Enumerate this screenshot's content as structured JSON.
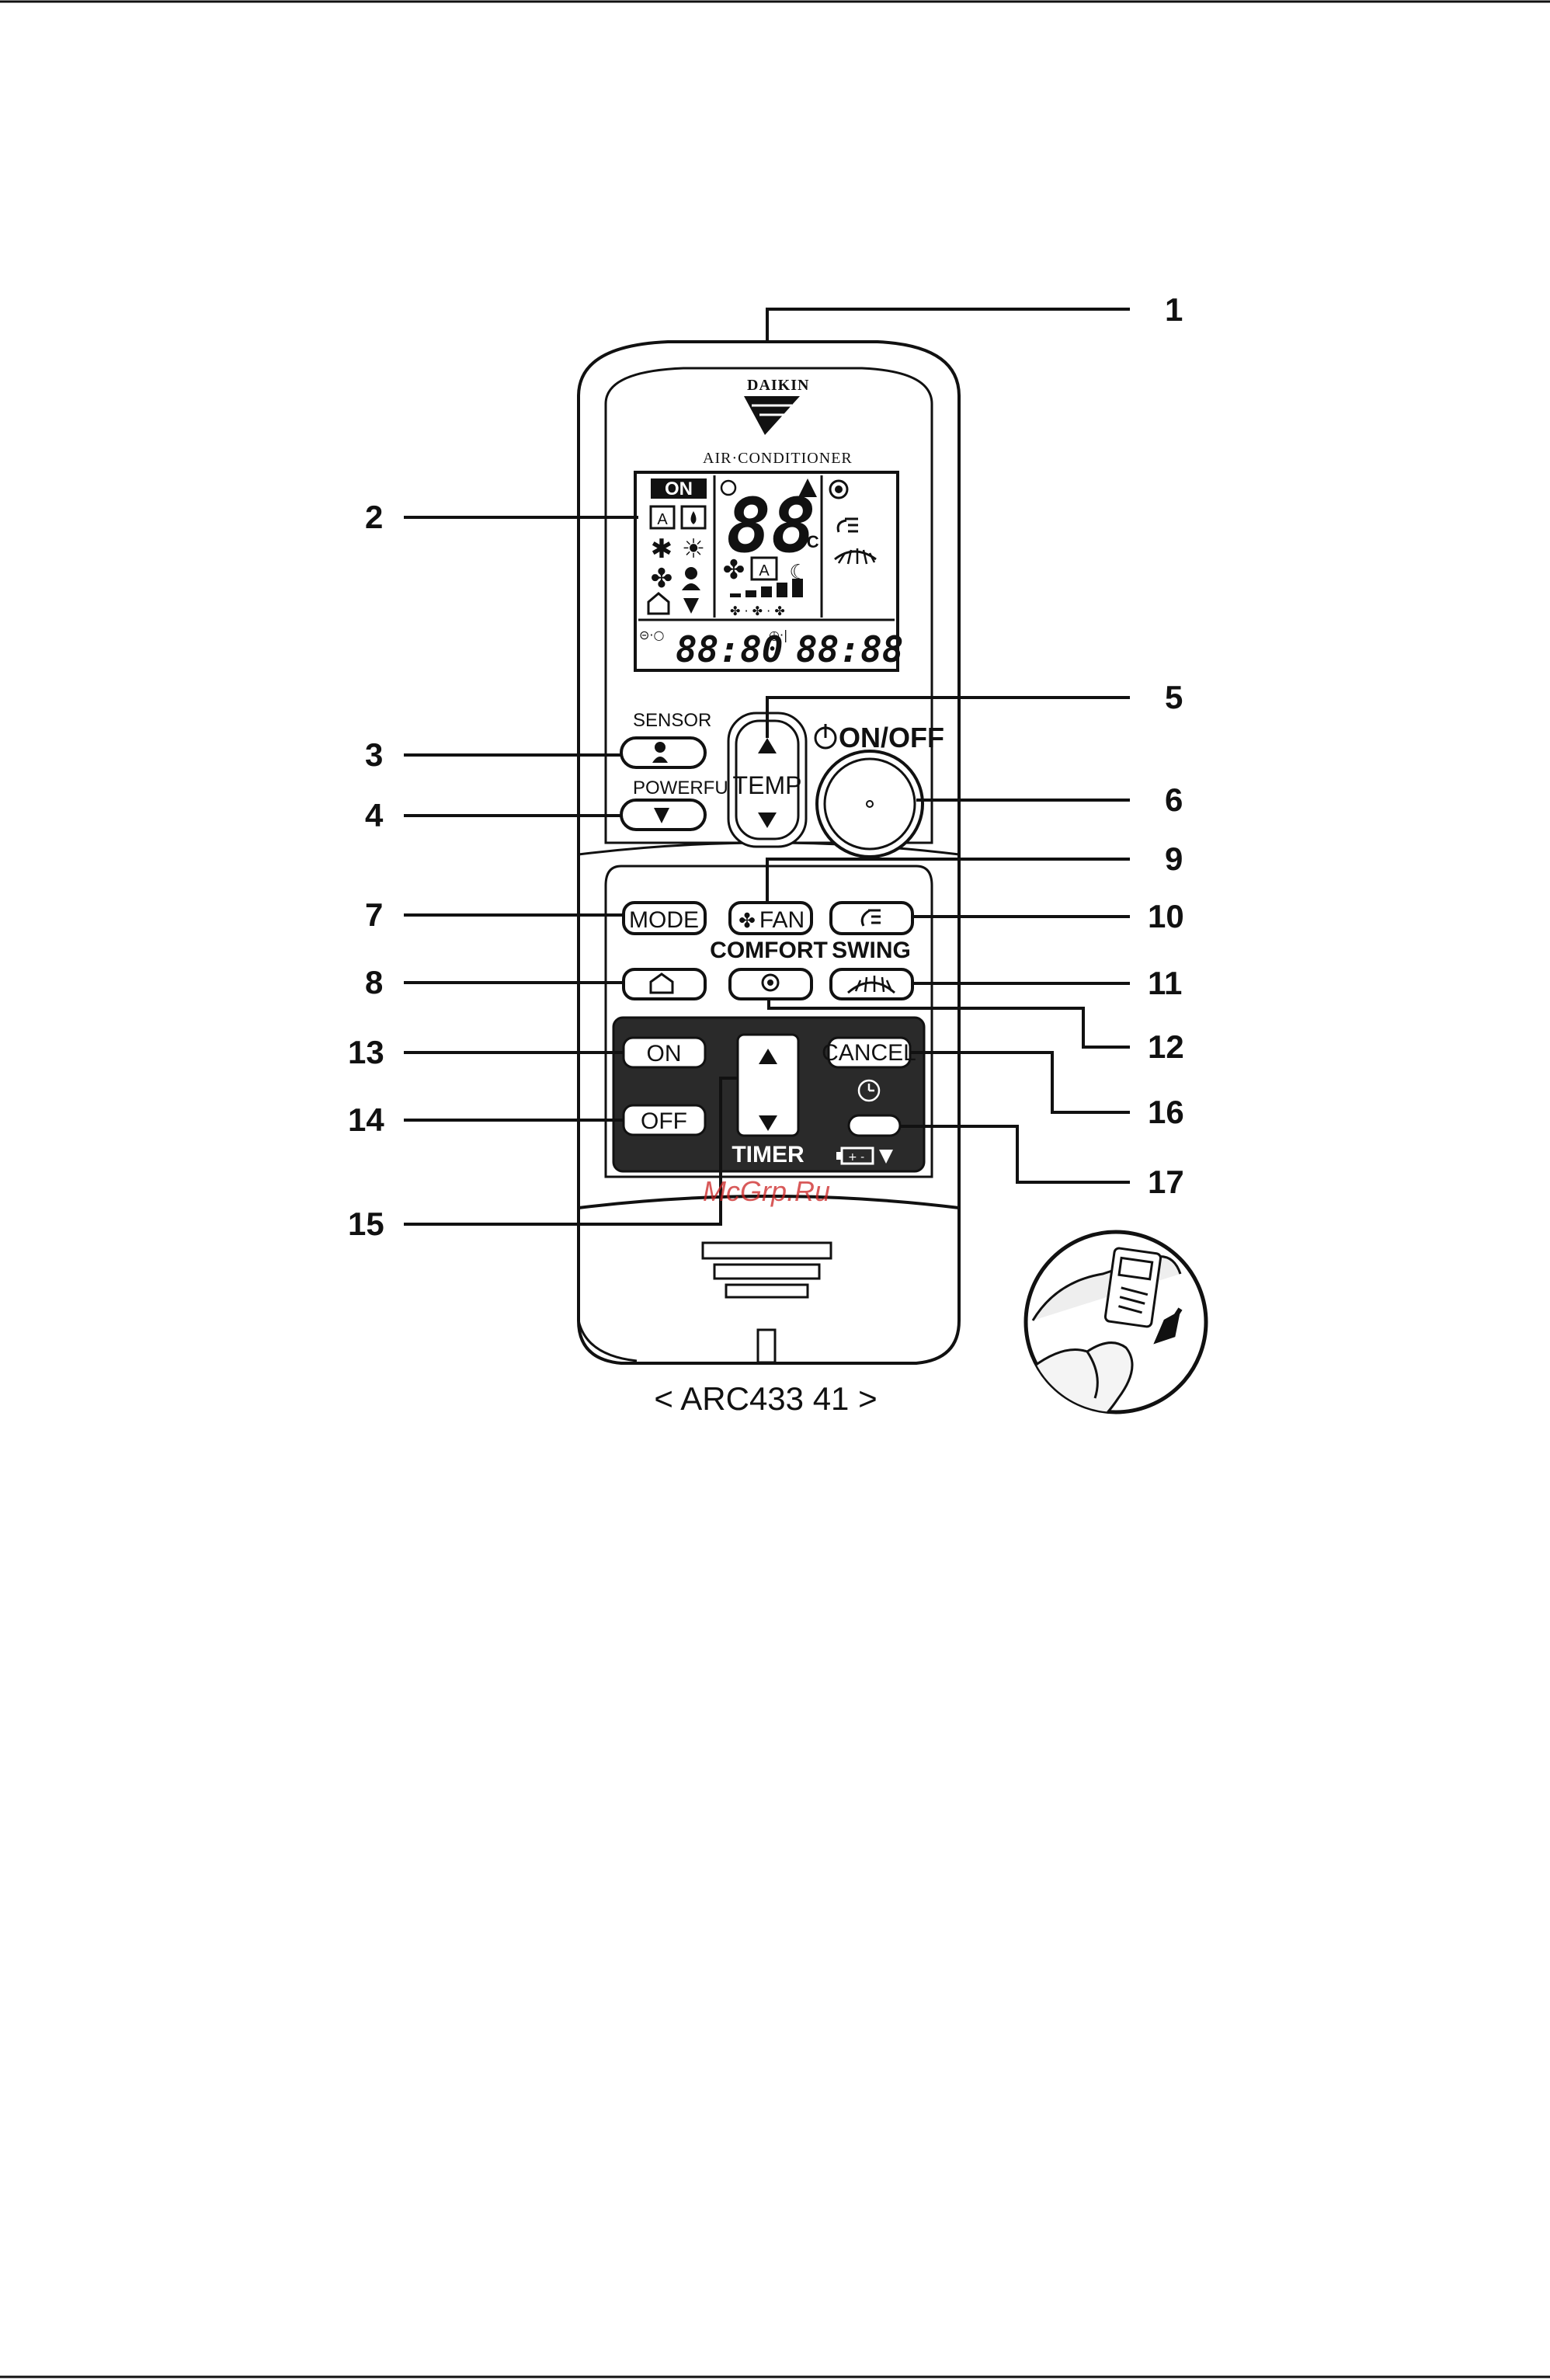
{
  "brand": {
    "logo_text": "DAIKIN",
    "product_text": "AIR·CONDITIONER"
  },
  "lcd": {
    "on_badge": "ON",
    "temp_digits": "88",
    "temp_unit": "°C",
    "timer_on_digits": "88:80",
    "timer_off_digits": "88:88"
  },
  "buttons": {
    "sensor_label": "SENSOR",
    "powerful_label": "POWERFUL",
    "temp_label": "TEMP",
    "onoff_label": "ON/OFF",
    "mode_label": "MODE",
    "fan_label": "FAN",
    "comfort_label": "COMFORT",
    "swing_label": "SWING",
    "timer_on_label": "ON",
    "timer_off_label": "OFF",
    "cancel_label": "CANCEL",
    "timer_label": "TIMER"
  },
  "callouts": [
    "1",
    "2",
    "3",
    "4",
    "5",
    "6",
    "7",
    "8",
    "9",
    "10",
    "11",
    "12",
    "13",
    "14",
    "15",
    "16",
    "17"
  ],
  "model_label": "< ARC433   41 >",
  "watermark": "McGrp.Ru",
  "colors": {
    "line": "#111111",
    "panel_dark": "#2a2a2a",
    "watermark": "#cc2222"
  },
  "icons": [
    "thermometer-icon",
    "home-leave-icon",
    "powerful-icon",
    "sensor-icon",
    "comfort-icon",
    "swing-icon",
    "fan-icon",
    "snowflake-icon",
    "sun-icon",
    "dry-icon",
    "auto-icon",
    "clock-icon",
    "battery-icon",
    "power-icon"
  ]
}
